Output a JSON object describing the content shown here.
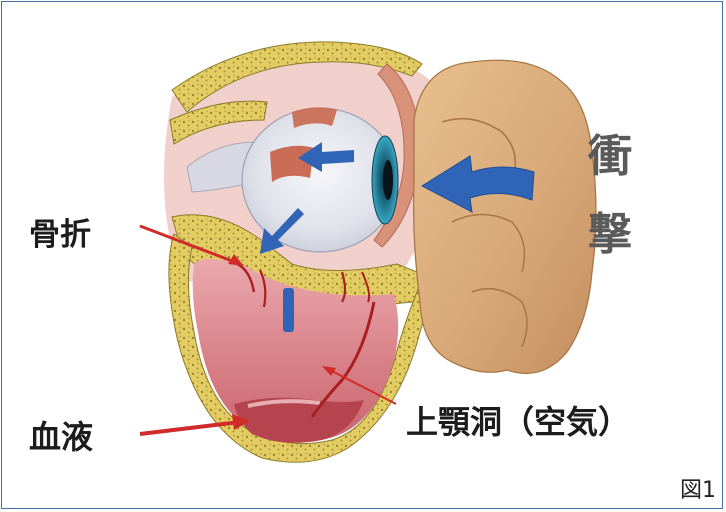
{
  "labels": {
    "fracture": "骨折",
    "blood": "血液",
    "maxillary_sinus": "上顎洞（空気）",
    "impact_1": "衝",
    "impact_2": "撃",
    "figure": "図1"
  },
  "colors": {
    "frame_border": "#4a6da7",
    "arrow_blue": "#2f64b6",
    "pointer_red": "#d12a2a",
    "bone_yellow": "#e2cc5e",
    "fist_skin": "#d8a878",
    "sinus_pink": "#d9868c"
  },
  "icons": [
    "impact-arrow",
    "eye-push-arrow",
    "fracture-pointer-arrow",
    "blood-pointer-arrow",
    "sinus-pointer-arrow"
  ]
}
